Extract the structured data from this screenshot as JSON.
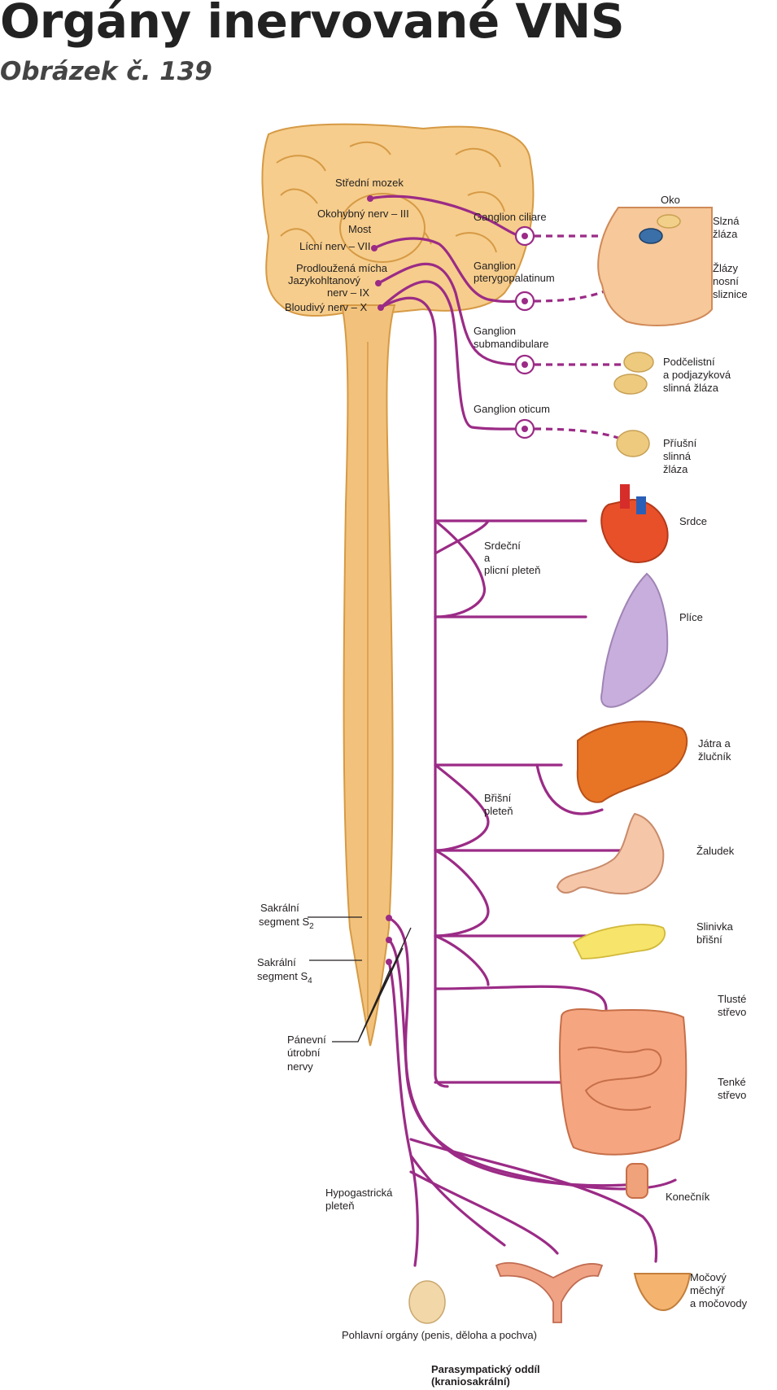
{
  "header": {
    "title": "Orgány inervované VNS",
    "subtitle": "Obrázek č. 139"
  },
  "colors": {
    "nerve": "#9b2b86",
    "spinal_cord": "#f2c27c",
    "heart": "#e8502a",
    "lung": "#c8aedc",
    "liver": "#e87425",
    "pancreas": "#f7e46a"
  },
  "diagram": {
    "brain_labels": {
      "stredni_mozek": "Střední mozek",
      "okohybny": "Okohybný nerv – III",
      "most": "Most",
      "licni": "Lícní nerv – VII",
      "prodlouzena": "Prodloužená mícha",
      "jazykohltanovy_1": "Jazykohltanový",
      "jazykohltanovy_2": "nerv – IX",
      "bloudivy": "Bloudivý nerv – X"
    },
    "ganglia": {
      "ciliare": "Ganglion ciliare",
      "ptery_1": "Ganglion",
      "ptery_2": "pterygopalatinum",
      "submand_1": "Ganglion",
      "submand_2": "submandibulare",
      "oticum": "Ganglion oticum"
    },
    "plexus": {
      "srdecni_1": "Srdeční",
      "srdecni_2": "a",
      "srdecni_3": "plicní pleteň",
      "brisni_1": "Břišní",
      "brisni_2": "pleteň",
      "hypo_1": "Hypogastrická",
      "hypo_2": "pleteň"
    },
    "sacral": {
      "s2_1": "Sakrální",
      "s2_2": "segment S",
      "s2_sub": "2",
      "s4_1": "Sakrální",
      "s4_2": "segment S",
      "s4_sub": "4",
      "panev_1": "Pánevní",
      "panev_2": "útrobní",
      "panev_3": "nervy"
    },
    "organs": {
      "oko": "Oko",
      "slzna_1": "Slzná",
      "slzna_2": "žláza",
      "nosni_1": "Žlázy",
      "nosni_2": "nosní",
      "nosni_3": "sliznice",
      "podcel_1": "Podčelistní",
      "podcel_2": "a podjazyková",
      "podcel_3": "slinná žláza",
      "priusni_1": "Příušní",
      "priusni_2": "slinná",
      "priusni_3": "žláza",
      "srdce": "Srdce",
      "plice": "Plíce",
      "jatra_1": "Játra a",
      "jatra_2": "žlučník",
      "zaludek": "Žaludek",
      "slinivka_1": "Slinivka",
      "slinivka_2": "břišní",
      "tluste_1": "Tlusté",
      "tluste_2": "střevo",
      "tenke_1": "Tenké",
      "tenke_2": "střevo",
      "konecnik": "Konečník",
      "mocovy_1": "Močový",
      "mocovy_2": "měchýř",
      "mocovy_3": "a močovody",
      "pohlavni": "Pohlavní orgány (penis, děloha a pochva)"
    },
    "caption_1": "Parasympatický oddíl",
    "caption_2": "(kraniosakrální)"
  }
}
